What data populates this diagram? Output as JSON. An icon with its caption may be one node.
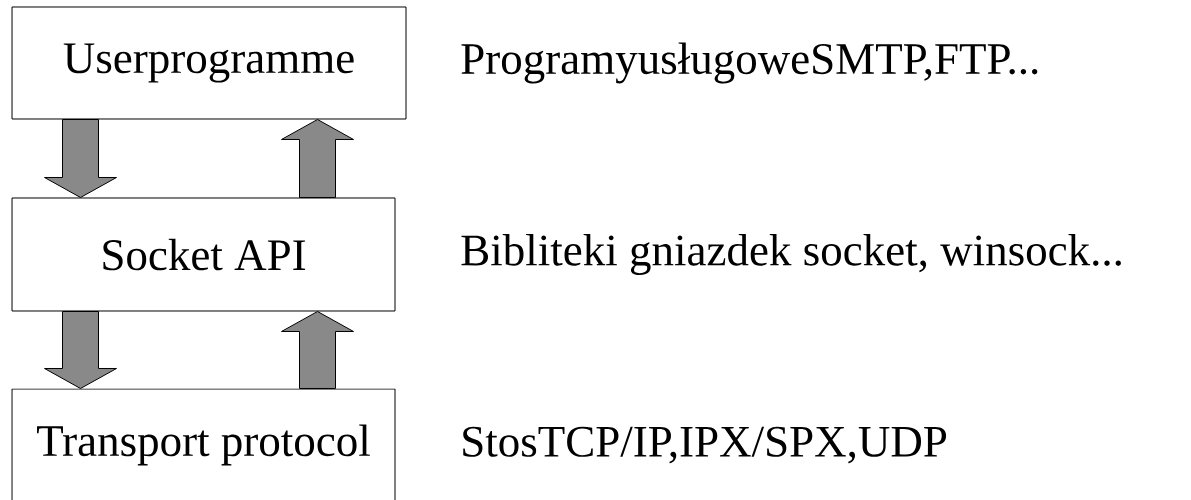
{
  "diagram": {
    "nodes": [
      {
        "text": [
          "Userprogramme"
        ],
        "beside": [
          "ProgramyusługoweSMTP,FTP..."
        ]
      },
      {
        "text": [
          "Socket API"
        ],
        "beside": [
          "Bibliteki gniazdek socket, winsock..."
        ]
      },
      {
        "text": [
          "Transport protocol"
        ],
        "beside": [
          "StosTCP/IP,IPX/SPX,UDP"
        ]
      }
    ],
    "edges": [
      {
        "from": 0,
        "to": 1,
        "arrow": "to"
      },
      {
        "from": 1,
        "to": 0,
        "arrow": "to"
      },
      {
        "from": 1,
        "to": 2,
        "arrow": "to"
      },
      {
        "from": 2,
        "to": 1,
        "arrow": "to"
      }
    ]
  }
}
